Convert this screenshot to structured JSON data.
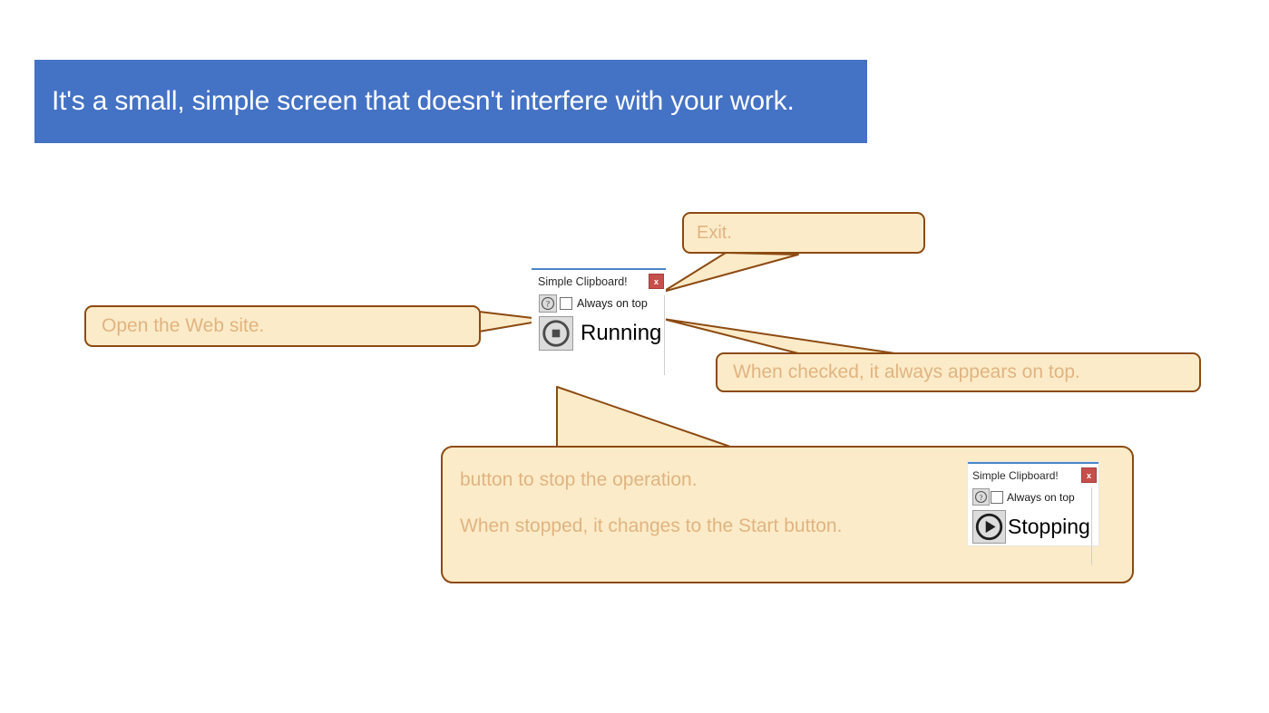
{
  "slide": {
    "background_color": "#FFFFFF",
    "banner": {
      "text": "It's a small, simple screen that doesn't interfere with your work.",
      "background_color": "#4472C4",
      "text_color": "#FFFFFF"
    }
  },
  "callouts": {
    "exit": {
      "text": "Exit."
    },
    "website": {
      "text": "Open the Web site."
    },
    "always_on_top": {
      "text": "When checked, it always appears on top."
    },
    "stop": {
      "line1": "button to stop the operation.",
      "line2": "When stopped, it changes to the Start button."
    },
    "style": {
      "fill_color": "#FCEBC8",
      "border_color": "#8C4A12",
      "text_color": "#E0B482"
    }
  },
  "windows": {
    "main": {
      "title": "Simple Clipboard!",
      "close_label": "x",
      "help_icon": "help-question-icon",
      "checkbox_label": "Always on top",
      "checkbox_checked": false,
      "action_icon": "stop-icon",
      "status": "Running"
    },
    "mini": {
      "title": "Simple Clipboard!",
      "close_label": "x",
      "help_icon": "help-question-icon",
      "checkbox_label": "Always on top",
      "checkbox_checked": false,
      "action_icon": "play-icon",
      "status": "Stopping"
    },
    "style": {
      "titlebar_accent_color": "#4A86C8",
      "close_button_color": "#C5504B",
      "button_face_color": "#DCDCDC"
    }
  }
}
